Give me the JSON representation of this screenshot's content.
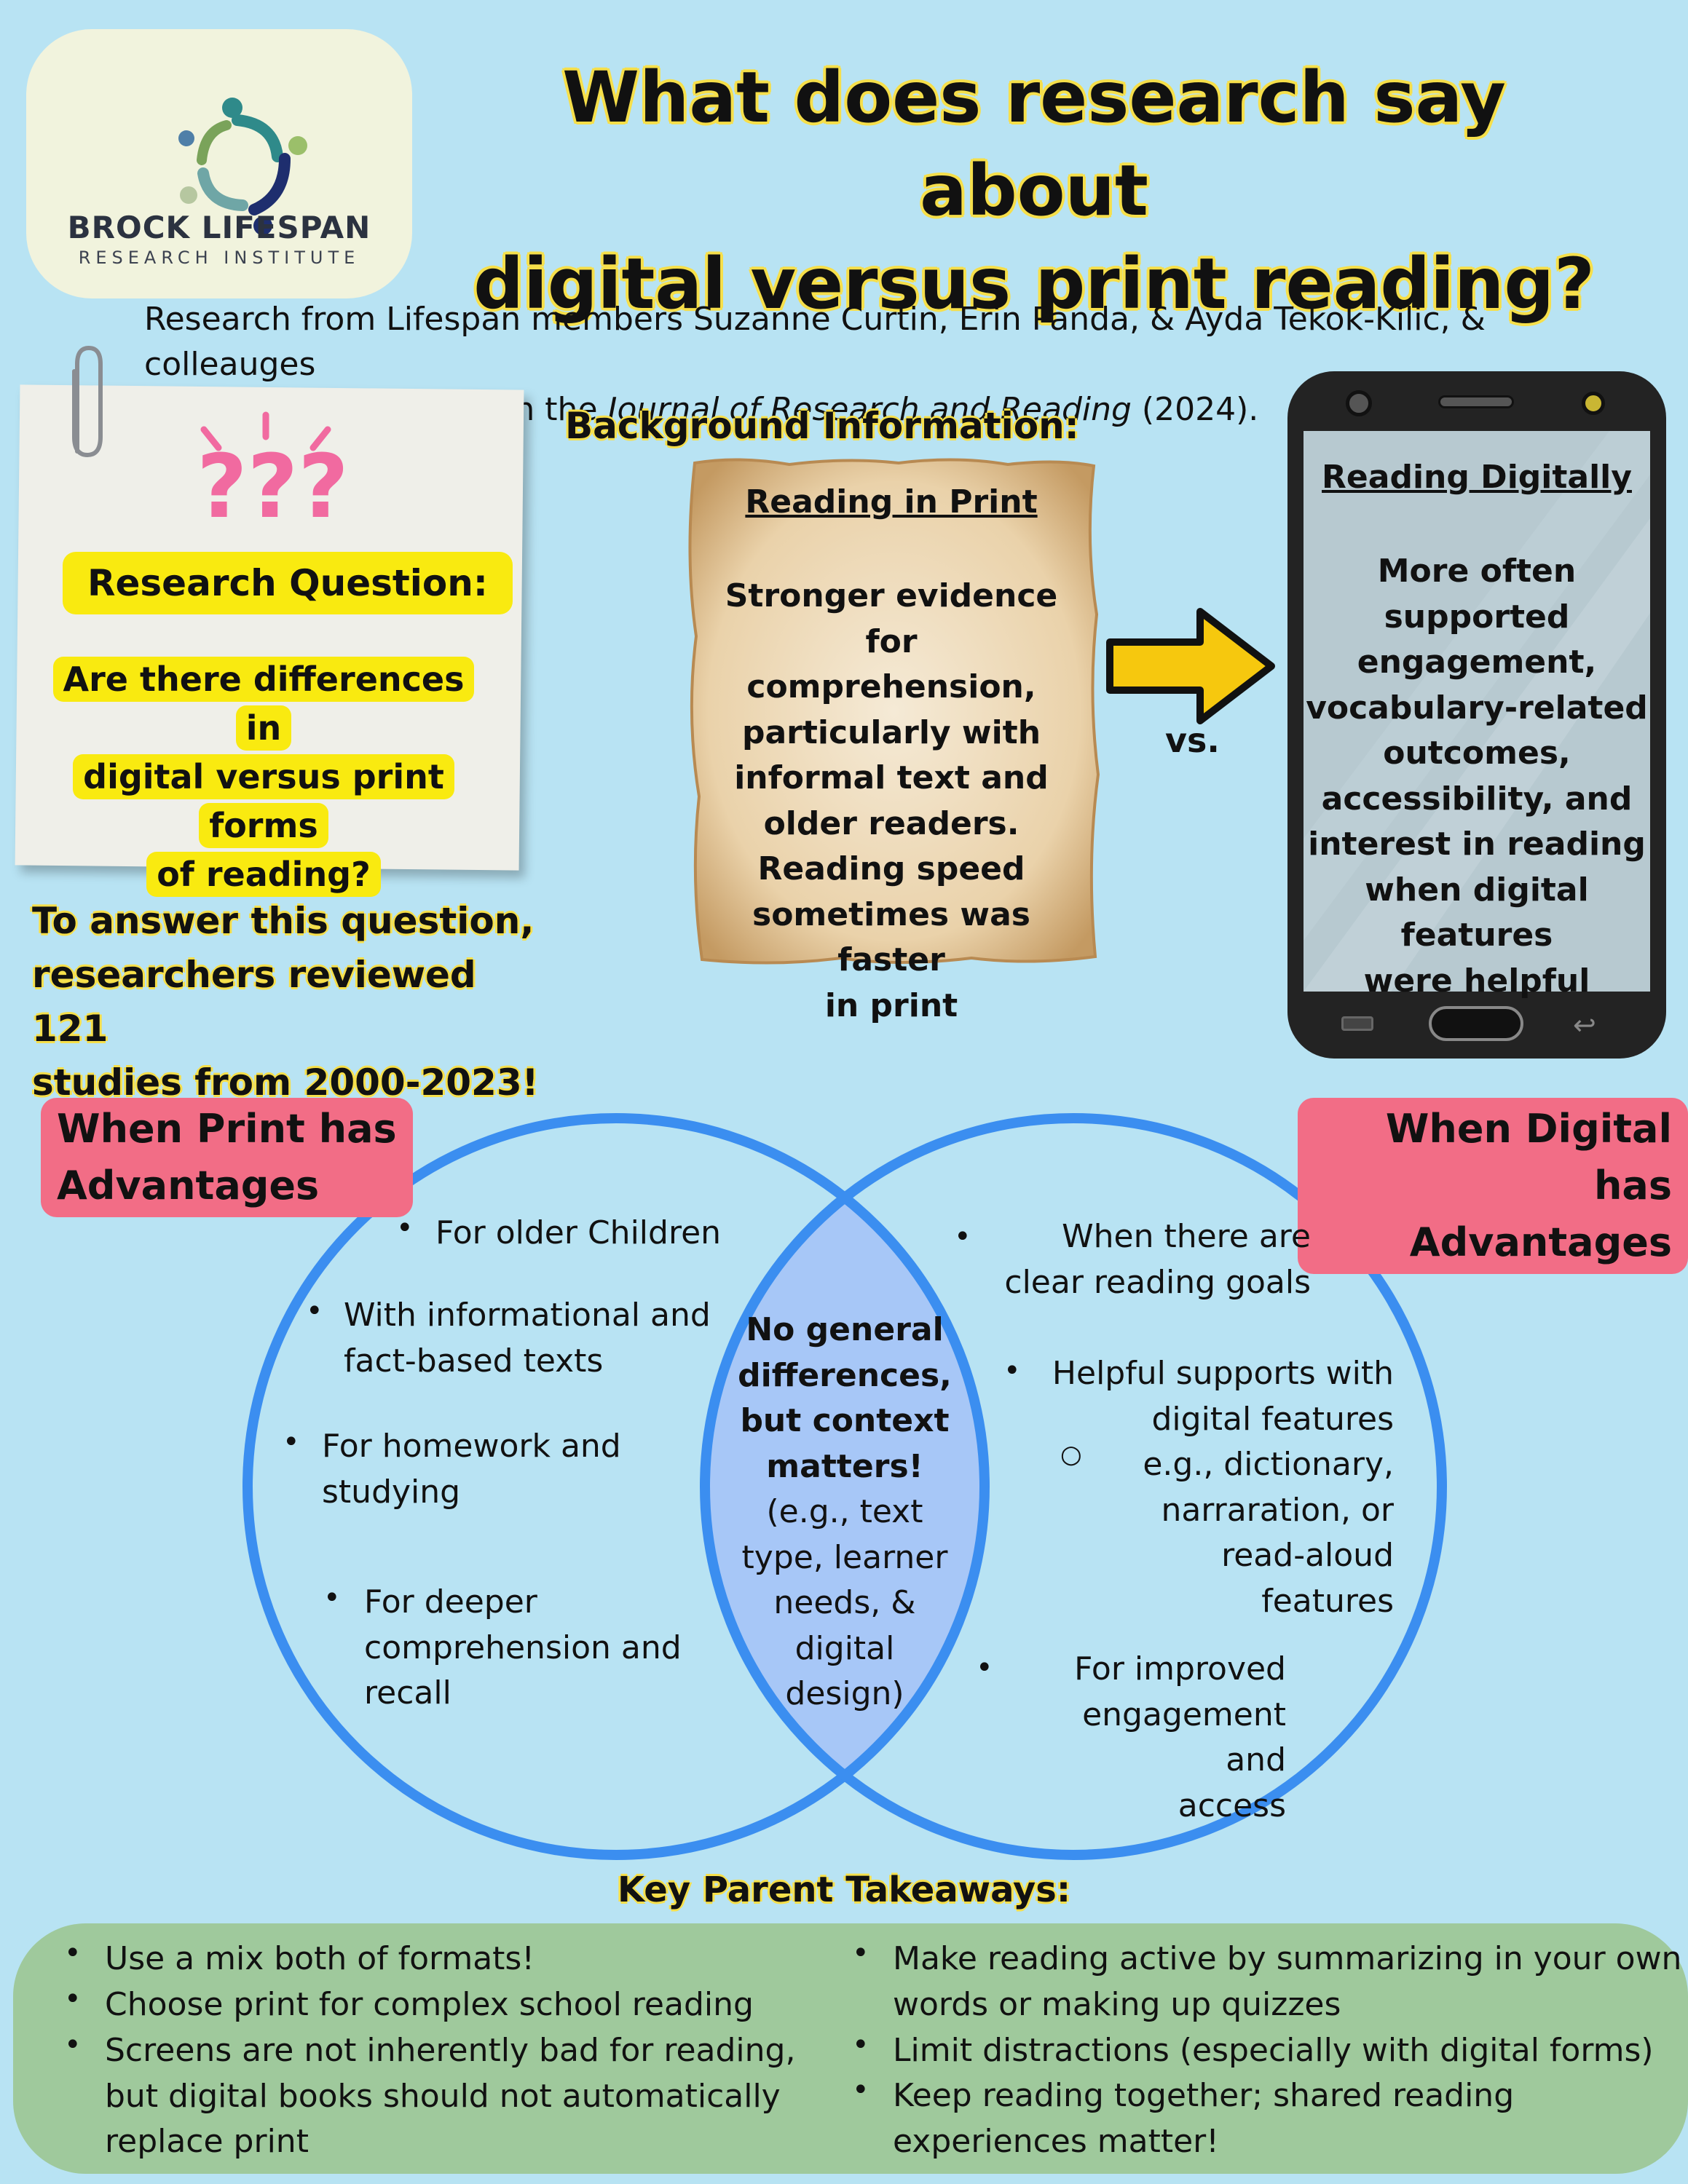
{
  "logo": {
    "name": "BROCK LIFESPAN",
    "subtitle": "RESEARCH INSTITUTE"
  },
  "title": {
    "line1": "What does research say about",
    "line2": "digital versus print reading?"
  },
  "credit": {
    "line1": "Research from Lifespan members Suzanne Curtin, Erin Panda, & Ayda Tekok-Kilic, & colleauges",
    "line2_pre": "for authors. Published in the ",
    "journal": "Journal of Research and Reading",
    "line2_post": " (2024)."
  },
  "research_question": {
    "label": "Research Question:",
    "line1": "Are there differences in",
    "line2": "digital versus print forms",
    "line3": "of reading?"
  },
  "answer": {
    "line1": "To answer this question,",
    "line2": "researchers reviewed 121",
    "line3": "studies from 2000-2023!"
  },
  "background": {
    "label": "Background Information:",
    "vs": "vs.",
    "print": {
      "title": "Reading in Print",
      "lines": [
        "Stronger evidence for",
        "comprehension,",
        "particularly with",
        "informal text and",
        "older readers.",
        "Reading speed",
        "sometimes was faster",
        "in print"
      ]
    },
    "digital": {
      "title": "Reading Digitally",
      "lines": [
        "More often",
        "supported",
        "engagement,",
        "vocabulary-related",
        "outcomes,",
        "accessibility, and",
        "interest in reading",
        "when digital features",
        "were helpful"
      ]
    }
  },
  "venn": {
    "print_heading": [
      "When Print has",
      "Advantages"
    ],
    "digital_heading": [
      "When Digital has",
      "Advantages"
    ],
    "print_items": [
      {
        "lines": [
          "For older Children"
        ]
      },
      {
        "lines": [
          "With informational and",
          "fact-based texts"
        ]
      },
      {
        "lines": [
          "For homework and",
          "studying"
        ]
      },
      {
        "lines": [
          "For deeper",
          "comprehension and",
          "recall"
        ]
      }
    ],
    "digital_items": [
      {
        "lines": [
          "When there are",
          "clear reading goals"
        ]
      },
      {
        "lines": [
          "Helpful supports with",
          "digital features"
        ]
      },
      {
        "lines": [
          "e.g., dictionary,",
          "narraration, or",
          "read-aloud",
          "features"
        ]
      },
      {
        "lines": [
          "For improved",
          "engagement and",
          "access"
        ]
      }
    ],
    "center_bold": [
      "No general",
      "differences,",
      "but context",
      "matters!"
    ],
    "center_normal": [
      "(e.g., text",
      "type, learner",
      "needs, &",
      "digital",
      "design)"
    ]
  },
  "takeaways": {
    "label": "Key Parent Takeaways:",
    "left": [
      {
        "lines": [
          "Use a mix both of formats!"
        ]
      },
      {
        "lines": [
          "Choose print for complex school reading"
        ]
      },
      {
        "lines": [
          "Screens are not inherently bad for reading,",
          "but digital books should not automatically",
          "replace print"
        ]
      }
    ],
    "right": [
      {
        "lines": [
          "Make reading active by summarizing in your own",
          "words or making up quizzes"
        ]
      },
      {
        "lines": [
          "Limit distractions (especially with digital forms)"
        ]
      },
      {
        "lines": [
          "Keep reading together; shared reading",
          "experiences matter!"
        ]
      }
    ]
  },
  "colors": {
    "background": "#b8e3f3",
    "yellow": "#f9ea10",
    "pink": "#f26d86",
    "venn_blue": "#3b8ef0",
    "overlap": "#a7c7f7",
    "green": "#9fc99c"
  }
}
